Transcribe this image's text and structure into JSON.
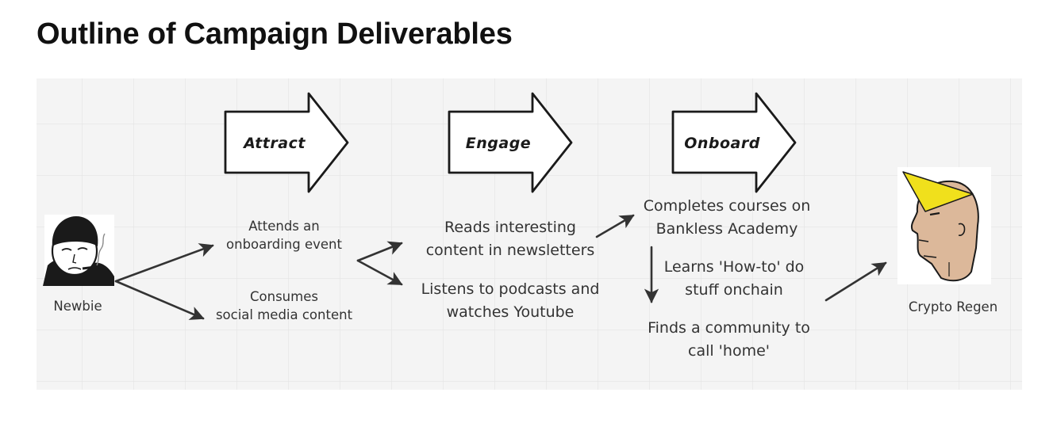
{
  "title": "Outline of Campaign Deliverables",
  "colors": {
    "board": "#f4f4f4",
    "grid": "#e3e3e3",
    "stroke": "#1a1a1a",
    "cone": "#f0e01c",
    "skin": "#dcb89a"
  },
  "stages": [
    {
      "label": "Attract"
    },
    {
      "label": "Engage"
    },
    {
      "label": "Onboard"
    }
  ],
  "nodes": {
    "newbie": {
      "label": "Newbie",
      "icon": "wojak-newbie-icon"
    },
    "attends": {
      "line1": "Attends an",
      "line2": "onboarding event"
    },
    "consumes": {
      "line1": "Consumes",
      "line2": "social media content"
    },
    "reads": {
      "line1": "Reads interesting",
      "line2": "content in newsletters"
    },
    "listens": {
      "line1": "Listens to podcasts and",
      "line2": "watches Youtube"
    },
    "completes": {
      "line1": "Completes courses on",
      "line2": "Bankless Academy"
    },
    "learns": {
      "line1": "Learns 'How-to' do",
      "line2": "stuff onchain"
    },
    "finds": {
      "line1": "Finds a community to",
      "line2": "call 'home'"
    },
    "regen": {
      "label": "Crypto Regen",
      "icon": "gigachad-regen-icon"
    }
  }
}
